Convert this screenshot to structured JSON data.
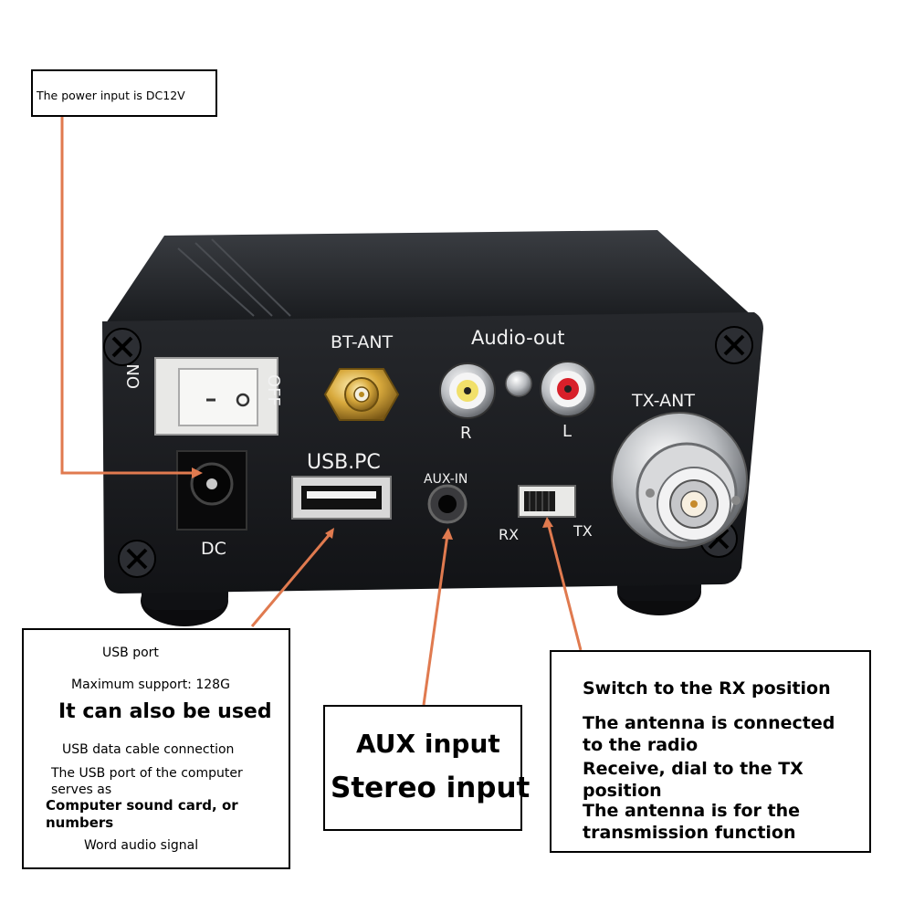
{
  "callouts": {
    "power": {
      "text": "The power input is DC12V"
    },
    "usb": {
      "line1": "USB port",
      "line2": "Maximum support: 128G",
      "line3": "It can also be used",
      "line4": "USB data cable connection",
      "line5": "The USB port of the computer",
      "line6": "serves as",
      "line7": "Computer sound card, or",
      "line8": "numbers",
      "line9": "Word audio signal"
    },
    "aux": {
      "line1": "AUX input",
      "line2": "Stereo input"
    },
    "switch": {
      "line1": "Switch to the RX position",
      "line2": "The antenna is connected",
      "line3": "to the radio",
      "line4": "Receive, dial to the TX",
      "line5": "position",
      "line6": "The antenna is for the",
      "line7": "transmission function"
    }
  },
  "panel": {
    "bt_ant": "BT-ANT",
    "audio_out": "Audio-out",
    "tx_ant": "TX-ANT",
    "on": "ON",
    "off": "OFF",
    "right": "R",
    "left": "L",
    "usb_pc": "USB.PC",
    "aux_in": "AUX-IN",
    "dc": "DC",
    "rx": "RX",
    "tx": "TX"
  },
  "colors": {
    "leader": "#e07a4f",
    "chassis": "#1c1e22",
    "rca_right": "#f1e06a",
    "rca_left": "#d8202a"
  }
}
